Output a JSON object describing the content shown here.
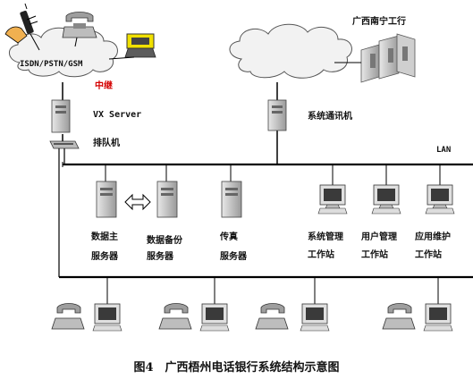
{
  "nodes": {
    "cloud_left": "ISDN/PSTN/GSM",
    "relay": "中继",
    "vx_server": "VX Server",
    "queue": "排队机",
    "bank": "广西南宁工行",
    "comm_server": "系统通讯机",
    "lan": "LAN",
    "data_main": [
      "数据主",
      "服务器"
    ],
    "data_backup": [
      "数据备份",
      "服务器"
    ],
    "fax": [
      "传真",
      "服务器"
    ],
    "sys_mgmt": [
      "系统管理",
      "工作站"
    ],
    "user_mgmt": [
      "用户管理",
      "工作站"
    ],
    "app_maint": [
      "应用维护",
      "工作站"
    ]
  },
  "caption": "图4　广西梧州电话银行系统结构示意图"
}
